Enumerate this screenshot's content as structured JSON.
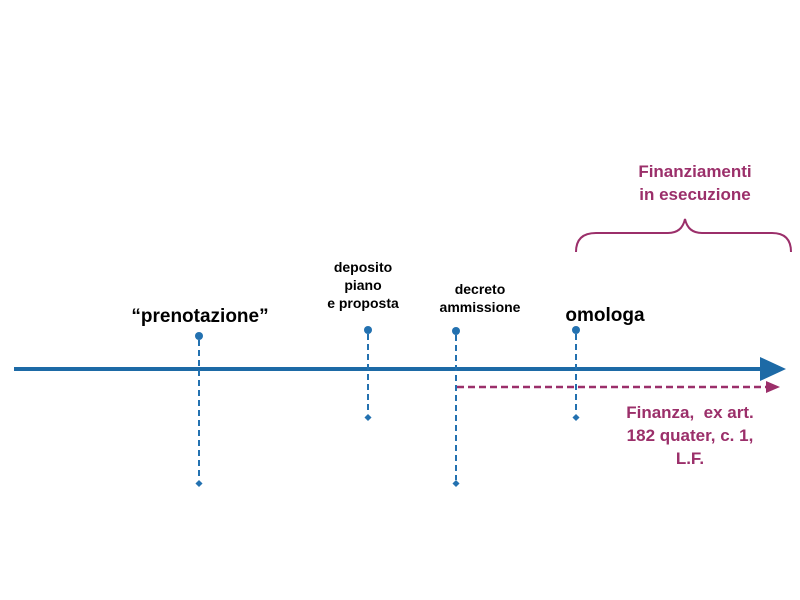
{
  "colors": {
    "timeline": "#1d6aa6",
    "marker": "#2371b0",
    "accent": "#9b2f6a",
    "text": "#000000"
  },
  "labels": {
    "prenotazione": "“prenotazione”",
    "deposito": [
      "deposito",
      "piano",
      "e proposta"
    ],
    "decreto": [
      "decreto",
      "ammissione"
    ],
    "omologa": "omologa",
    "finanziamenti": [
      "Finanziamenti",
      "in esecuzione"
    ],
    "finanza": [
      "Finanza,  ex art.",
      "182 quater, c. 1,",
      "L.F."
    ]
  }
}
